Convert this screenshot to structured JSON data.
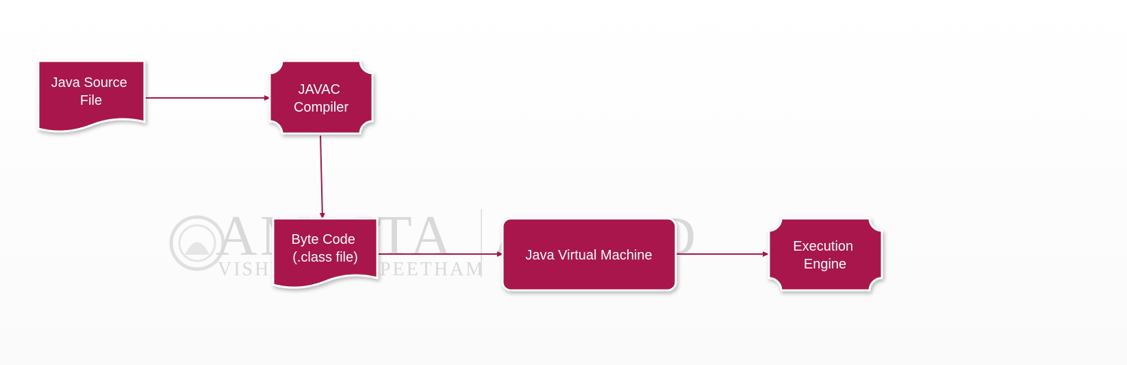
{
  "colors": {
    "node_fill": "#a8134b",
    "node_border": "#ffffff",
    "connector": "#a8134b",
    "label": "#ffffff",
    "watermark": "#d6d6d6"
  },
  "watermark": {
    "line1": "AMRITA",
    "line2": "VISHWA VIDYAPEETHAM",
    "right_text": "AHEAD"
  },
  "nodes": {
    "java_source_file": {
      "shape": "document",
      "lines": [
        "Java Source",
        "File"
      ]
    },
    "javac_compiler": {
      "shape": "plaque",
      "lines": [
        "JAVAC",
        "Compiler"
      ]
    },
    "byte_code": {
      "shape": "document",
      "lines": [
        "Byte Code",
        "(.class file)"
      ]
    },
    "jvm": {
      "shape": "rounded-rectangle",
      "lines": [
        "Java Virtual Machine"
      ]
    },
    "execution_engine": {
      "shape": "plaque",
      "lines": [
        "Execution",
        "Engine"
      ]
    }
  },
  "edges": [
    {
      "from": "java_source_file",
      "to": "javac_compiler"
    },
    {
      "from": "javac_compiler",
      "to": "byte_code"
    },
    {
      "from": "byte_code",
      "to": "jvm"
    },
    {
      "from": "jvm",
      "to": "execution_engine"
    }
  ]
}
